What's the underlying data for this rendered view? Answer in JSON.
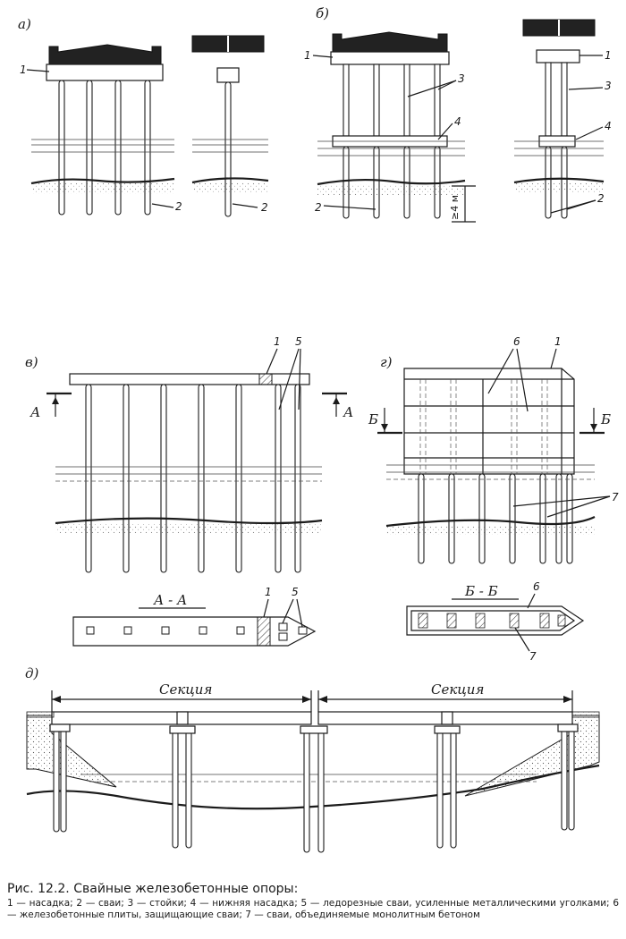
{
  "panels": {
    "a": "а)",
    "b": "б)",
    "v": "в)",
    "g": "г)",
    "d": "д)"
  },
  "callouts": {
    "n1": "1",
    "n2": "2",
    "n3": "3",
    "n4": "4",
    "n5": "5",
    "n6": "6",
    "n7": "7"
  },
  "dimension": "≥4 м",
  "sections": {
    "aa_title": "А - А",
    "bb_title": "Б - Б",
    "mark_a": "А",
    "mark_b": "Б"
  },
  "section_label": "Секция",
  "caption": {
    "title": "Рис. 12.2. Свайные железобетонные опоры:",
    "legend": "1 — насадка; 2 — сваи; 3 — стойки; 4 — нижняя насадка; 5 — ледорезные сваи, усиленные металлическими уголками; 6 — железобетонные плиты, защищающие сваи; 7 — сваи, объединяемые монолитным бетоном"
  }
}
